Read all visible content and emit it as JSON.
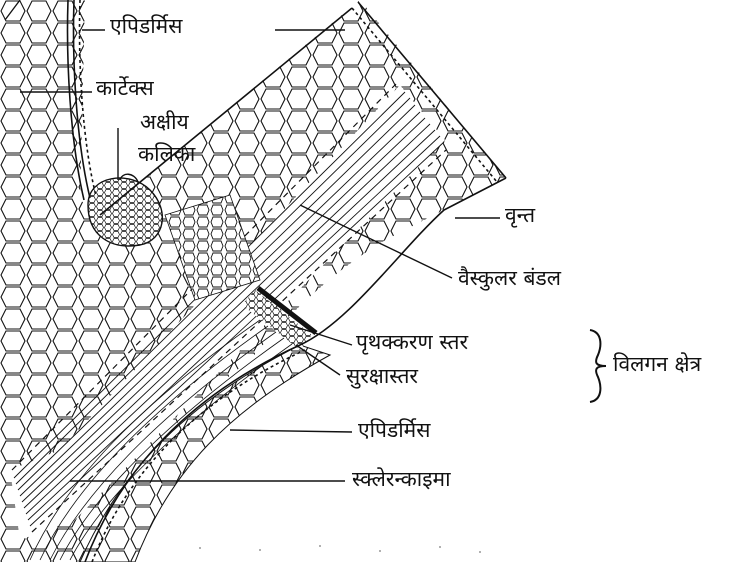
{
  "labels": {
    "epidermis_top": "एपिडर्मिस",
    "cortex": "कार्टेक्स",
    "axillary_bud_line1": "अक्षीय",
    "axillary_bud_line2": "कलिका",
    "petiole": "वृन्त",
    "vascular_bundle": "वैस्कुलर बंडल",
    "separation_layer": "पृथक्करण स्तर",
    "protective_layer": "सुरक्षास्तर",
    "abscission_zone": "विलगन क्षेत्र",
    "epidermis_bottom": "एपिडर्मिस",
    "sclerenchyma": "स्क्लेरन्काइमा"
  },
  "colors": {
    "ink": "#111111",
    "paper": "#ffffff"
  }
}
